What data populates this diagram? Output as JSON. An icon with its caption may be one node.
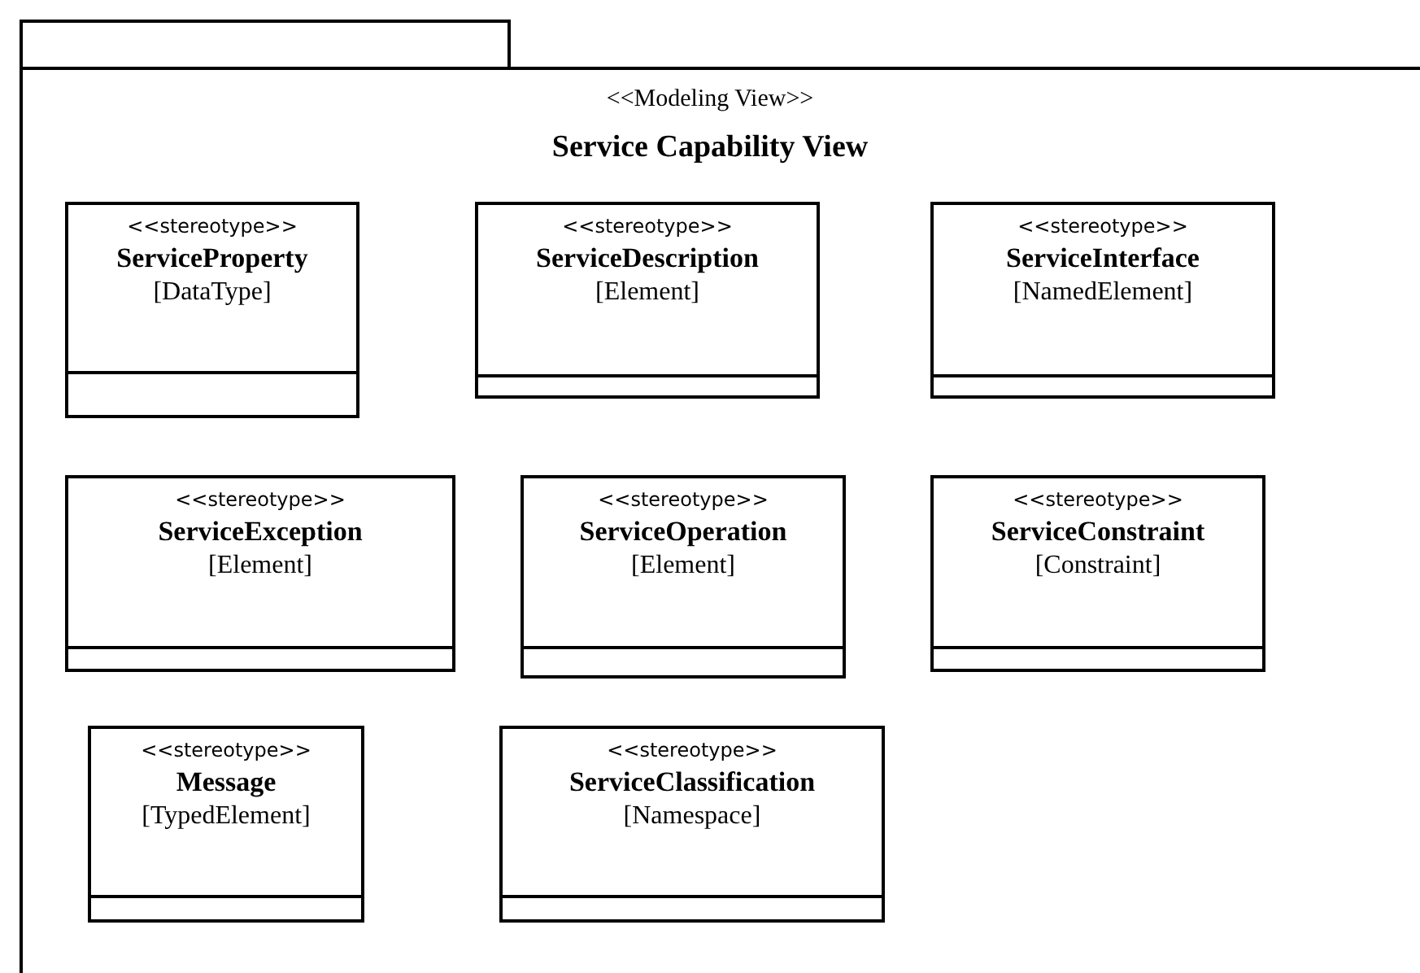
{
  "diagram": {
    "nodes": [
      {
        "text": [
          "<<Modeling View>>",
          "Service Capability View"
        ]
      },
      {
        "text": [
          "<<stereotype>>",
          "ServiceProperty",
          "[DataType]"
        ],
        "in": 0
      },
      {
        "text": [
          "<<stereotype>>",
          "ServiceDescription",
          "[Element]"
        ],
        "in": 0
      },
      {
        "text": [
          "<<stereotype>>",
          "ServiceInterface",
          "[NamedElement]"
        ],
        "in": 0
      },
      {
        "text": [
          "<<stereotype>>",
          "ServiceException",
          "[Element]"
        ],
        "in": 0
      },
      {
        "text": [
          "<<stereotype>>",
          "ServiceOperation",
          "[Element]"
        ],
        "in": 0
      },
      {
        "text": [
          "<<stereotype>>",
          "ServiceConstraint",
          "[Constraint]"
        ],
        "in": 0
      },
      {
        "text": [
          "<<stereotype>>",
          "Message",
          "[TypedElement]"
        ],
        "in": 0
      },
      {
        "text": [
          "<<stereotype>>",
          "ServiceClassification",
          "[Namespace]"
        ],
        "in": 0
      }
    ]
  }
}
